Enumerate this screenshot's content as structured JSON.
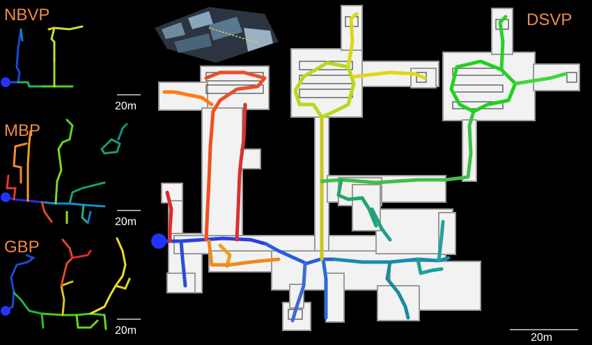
{
  "panels": {
    "nbvp": {
      "label": "NBVP",
      "scale": "20m"
    },
    "mbp": {
      "label": "MBP",
      "scale": "20m"
    },
    "gbp": {
      "label": "GBP",
      "scale": "20m"
    }
  },
  "main": {
    "label": "DSVP",
    "scale": "20m"
  },
  "colors": {
    "label": "#f08a4b",
    "start_marker": "#2433ff",
    "background": "#000000",
    "map": "#f2f2f2"
  },
  "icons": [
    "start-marker-icon",
    "environment-preview-icon"
  ]
}
